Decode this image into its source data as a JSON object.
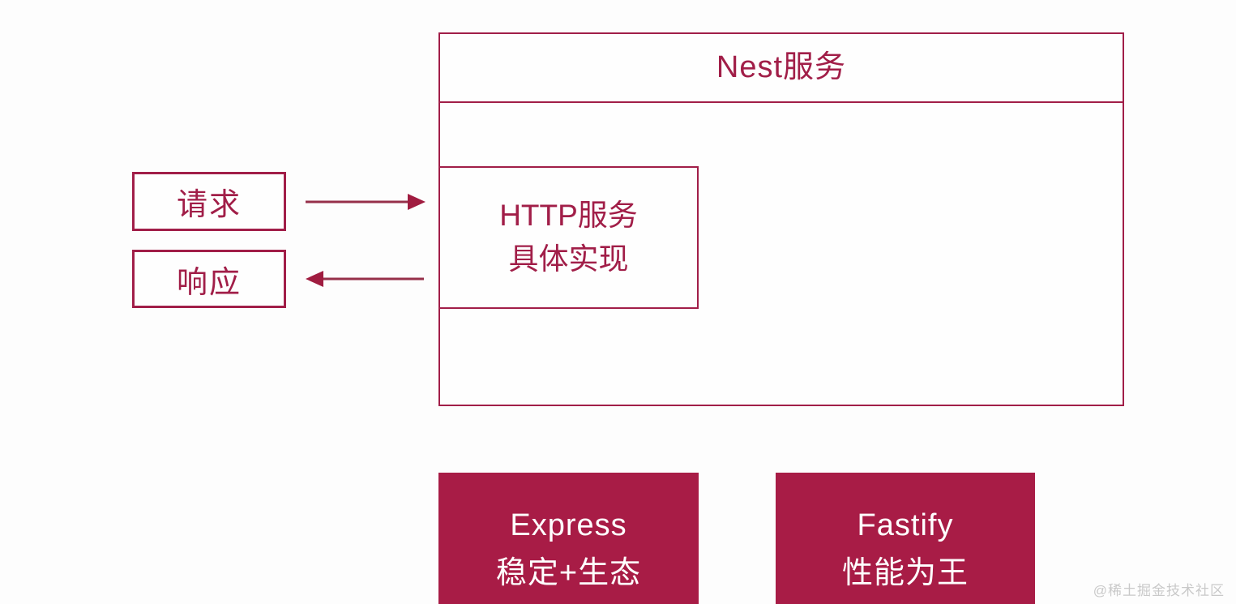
{
  "diagram": {
    "nest_box": {
      "title": "Nest服务"
    },
    "http_box": {
      "line1": "HTTP服务",
      "line2": "具体实现"
    },
    "request_box": {
      "label": "请求"
    },
    "response_box": {
      "label": "响应"
    },
    "express_box": {
      "line1": "Express",
      "line2": "稳定+生态"
    },
    "fastify_box": {
      "line1": "Fastify",
      "line2": "性能为王"
    }
  },
  "watermark": {
    "text": "@稀土掘金技术社区"
  },
  "colors": {
    "accent": "#a11e48",
    "fill": "#a81c46",
    "arrow": "#96304a",
    "arrow_head": "#a01c40",
    "watermark": "#c9c9c9"
  }
}
